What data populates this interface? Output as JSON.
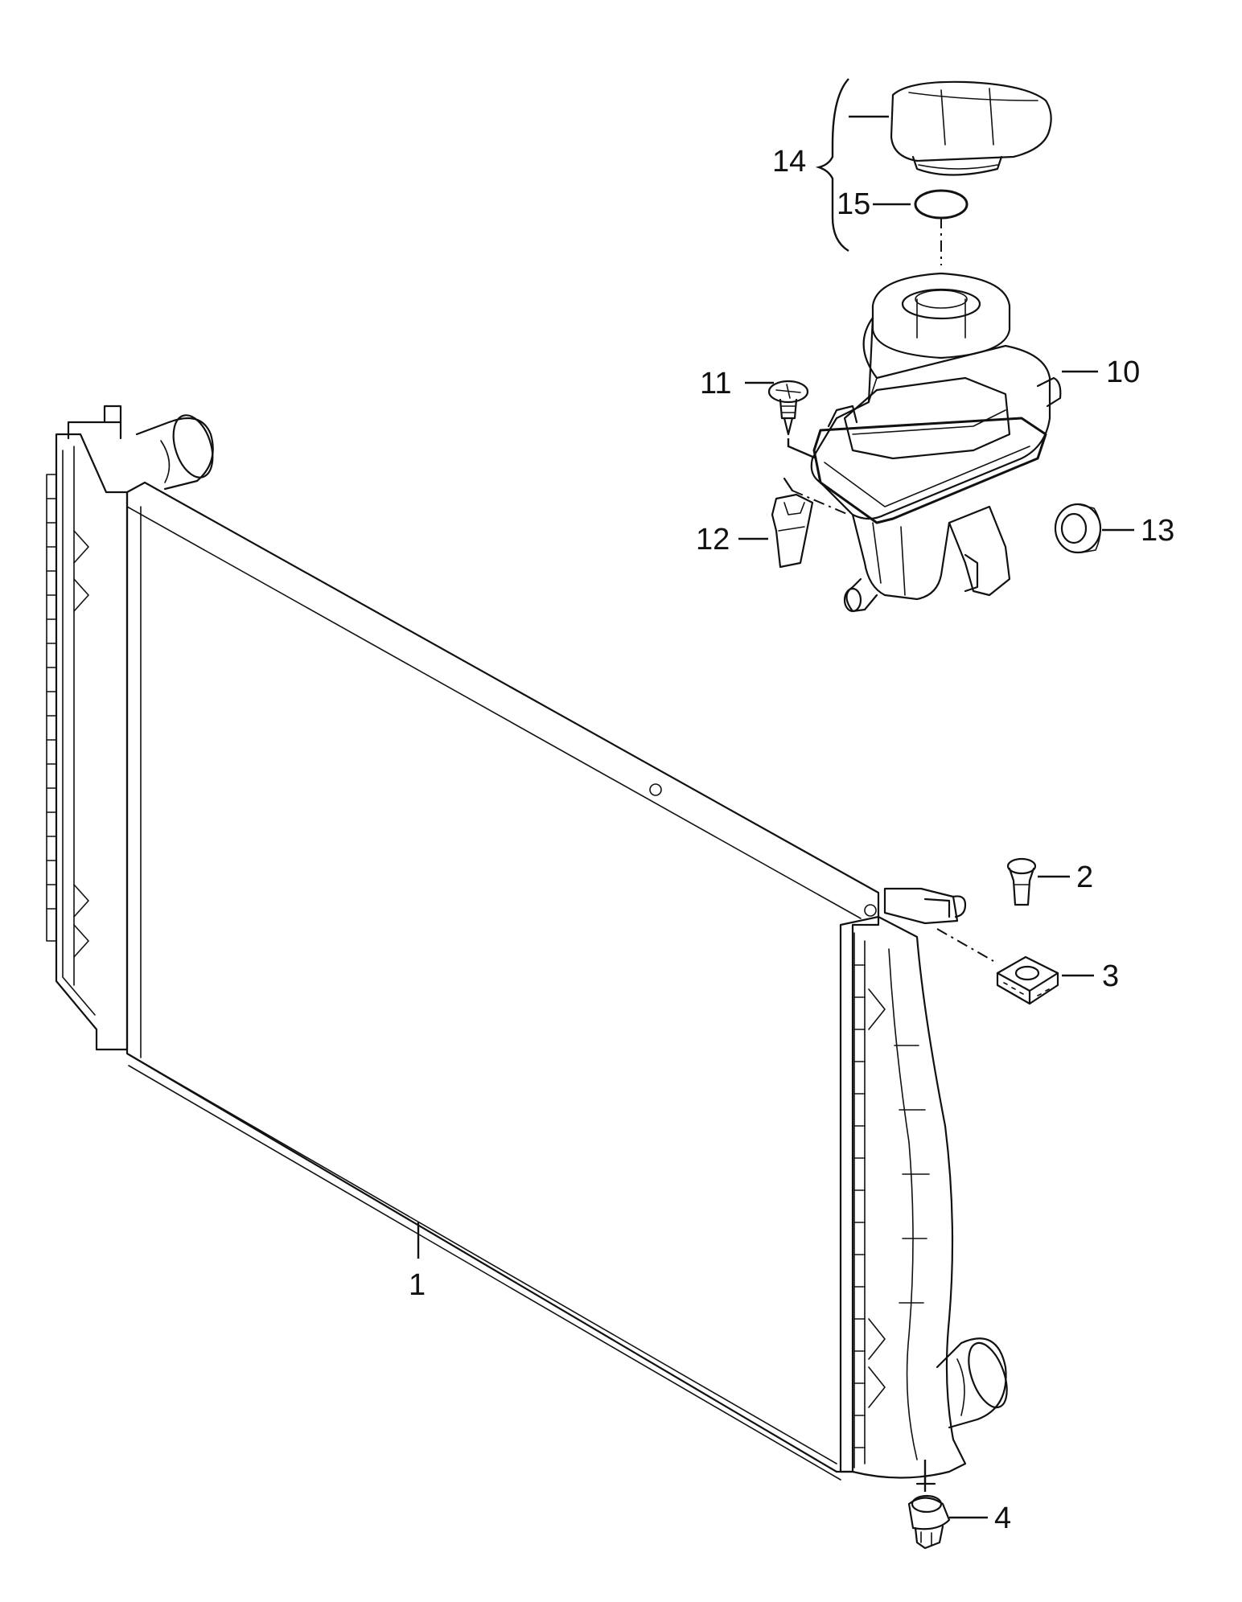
{
  "callouts": {
    "c1": "1",
    "c2": "2",
    "c3": "3",
    "c4": "4",
    "c10": "10",
    "c11": "11",
    "c12": "12",
    "c13": "13",
    "c14": "14",
    "c15": "15"
  }
}
